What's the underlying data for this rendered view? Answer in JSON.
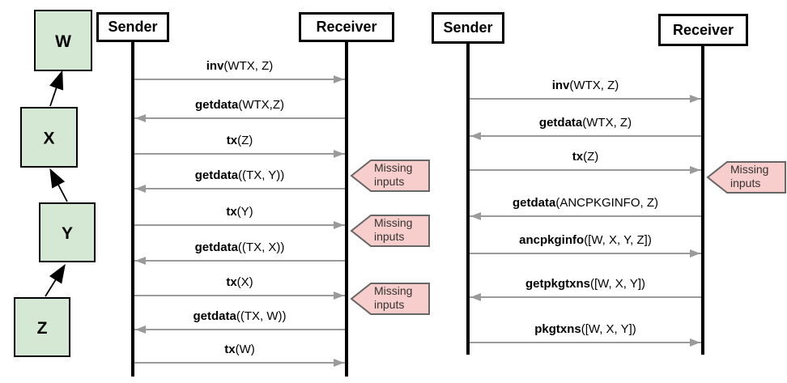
{
  "tx_chain": {
    "nodes": [
      {
        "label": "W"
      },
      {
        "label": "X"
      },
      {
        "label": "Y"
      },
      {
        "label": "Z"
      }
    ],
    "edges": [
      {
        "from": "X",
        "to": "W"
      },
      {
        "from": "Y",
        "to": "X"
      },
      {
        "from": "Z",
        "to": "Y"
      }
    ],
    "node_fill": "#d5e8d4",
    "node_border": "#000000"
  },
  "diagrams": [
    {
      "sender_label": "Sender",
      "receiver_label": "Receiver",
      "messages": [
        {
          "name": "inv",
          "args": "(WTX, Z)",
          "direction": "right"
        },
        {
          "name": "getdata",
          "args": "(WTX,Z)",
          "direction": "left"
        },
        {
          "name": "tx",
          "args": "(Z)",
          "direction": "right",
          "note": "Missing inputs"
        },
        {
          "name": "getdata",
          "args": "((TX, Y))",
          "direction": "left"
        },
        {
          "name": "tx",
          "args": "(Y)",
          "direction": "right",
          "note": "Missing inputs"
        },
        {
          "name": "getdata",
          "args": "((TX, X))",
          "direction": "left"
        },
        {
          "name": "tx",
          "args": "(X)",
          "direction": "right",
          "note": "Missing inputs"
        },
        {
          "name": "getdata",
          "args": "((TX, W))",
          "direction": "left"
        },
        {
          "name": "tx",
          "args": "(W)",
          "direction": "right"
        }
      ]
    },
    {
      "sender_label": "Sender",
      "receiver_label": "Receiver",
      "messages": [
        {
          "name": "inv",
          "args": "(WTX, Z)",
          "direction": "right"
        },
        {
          "name": "getdata",
          "args": "(WTX, Z)",
          "direction": "left"
        },
        {
          "name": "tx",
          "args": "(Z)",
          "direction": "right",
          "note": "Missing inputs"
        },
        {
          "name": "getdata",
          "args": "(ANCPKGINFO, Z)",
          "direction": "left"
        },
        {
          "name": "ancpkginfo",
          "args": "([W, X, Y, Z])",
          "direction": "right"
        },
        {
          "name": "getpkgtxns",
          "args": "([W, X, Y])",
          "direction": "left"
        },
        {
          "name": "pkgtxns",
          "args": "([W, X, Y])",
          "direction": "right"
        }
      ]
    }
  ],
  "note_style": {
    "fill": "#f8cecc",
    "border": "#666666",
    "text_color": "#333333"
  },
  "colors": {
    "message_arrow": "#9a9a9a",
    "lifeline": "#000000",
    "background": "#ffffff"
  }
}
